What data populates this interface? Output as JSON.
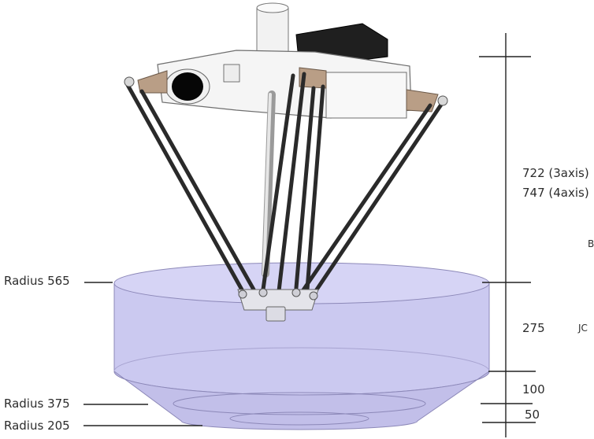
{
  "diagram": {
    "radius_labels": [
      "Radius 565",
      "Radius 375",
      "Radius 205"
    ],
    "dimension_labels": {
      "height_3axis": "722 (3axis)",
      "height_4axis": "747 (4axis)",
      "work_height": "275",
      "cone_height": "100",
      "bottom_height": "50"
    },
    "cut_text": {
      "upper": "B",
      "lower": "JC"
    },
    "colors": {
      "envelope_fill": "#cbc9f0",
      "envelope_edge": "#8c88b8",
      "arm": "#2a2a2a",
      "dimension_line": "#222222"
    }
  }
}
